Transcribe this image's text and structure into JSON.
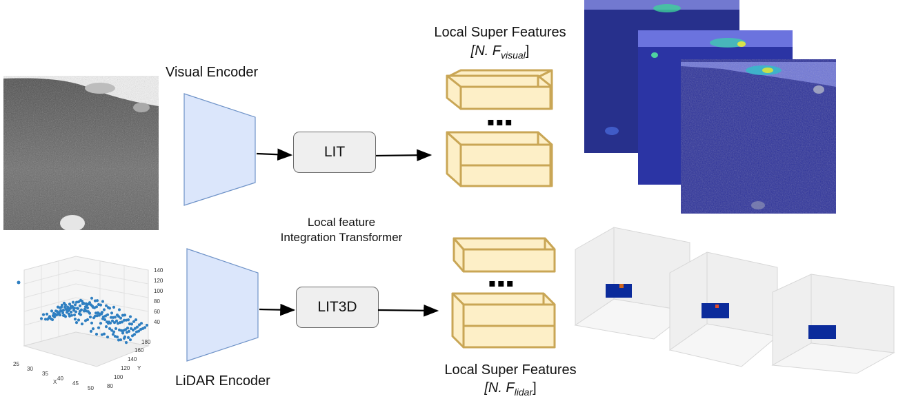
{
  "visual_encoder_label": "Visual Encoder",
  "lidar_encoder_label": "LiDAR Encoder",
  "lit_label": "LIT",
  "lit3d_label": "LIT3D",
  "lit_caption_line1": "Local feature",
  "lit_caption_line2": "Integration Transformer",
  "visual_features": {
    "title": "Local Super Features",
    "notation_prefix": "[N. F",
    "notation_subscript": "visual",
    "notation_suffix": "]"
  },
  "lidar_features": {
    "title": "Local Super Features",
    "notation_prefix": "[N. F",
    "notation_subscript": "lidar",
    "notation_suffix": "]"
  },
  "ellipsis": "▪▪▪",
  "scatter_plot": {
    "x_ticks": [
      "25",
      "30",
      "35",
      "40",
      "45",
      "50"
    ],
    "x_axis_label": "X",
    "y_ticks": [
      "80",
      "100",
      "120",
      "140",
      "160",
      "180"
    ],
    "y_axis_label": "Y",
    "z_ticks": [
      "40",
      "60",
      "80",
      "100",
      "120",
      "140"
    ]
  },
  "colors": {
    "encoder_fill": "#dbe6fb",
    "encoder_stroke": "#6f93c8",
    "feature_fill": "#fdefc7",
    "feature_stroke": "#c9a655",
    "heatmap_tint": "#3a47c8",
    "scatter_point": "#2f7fc1"
  }
}
